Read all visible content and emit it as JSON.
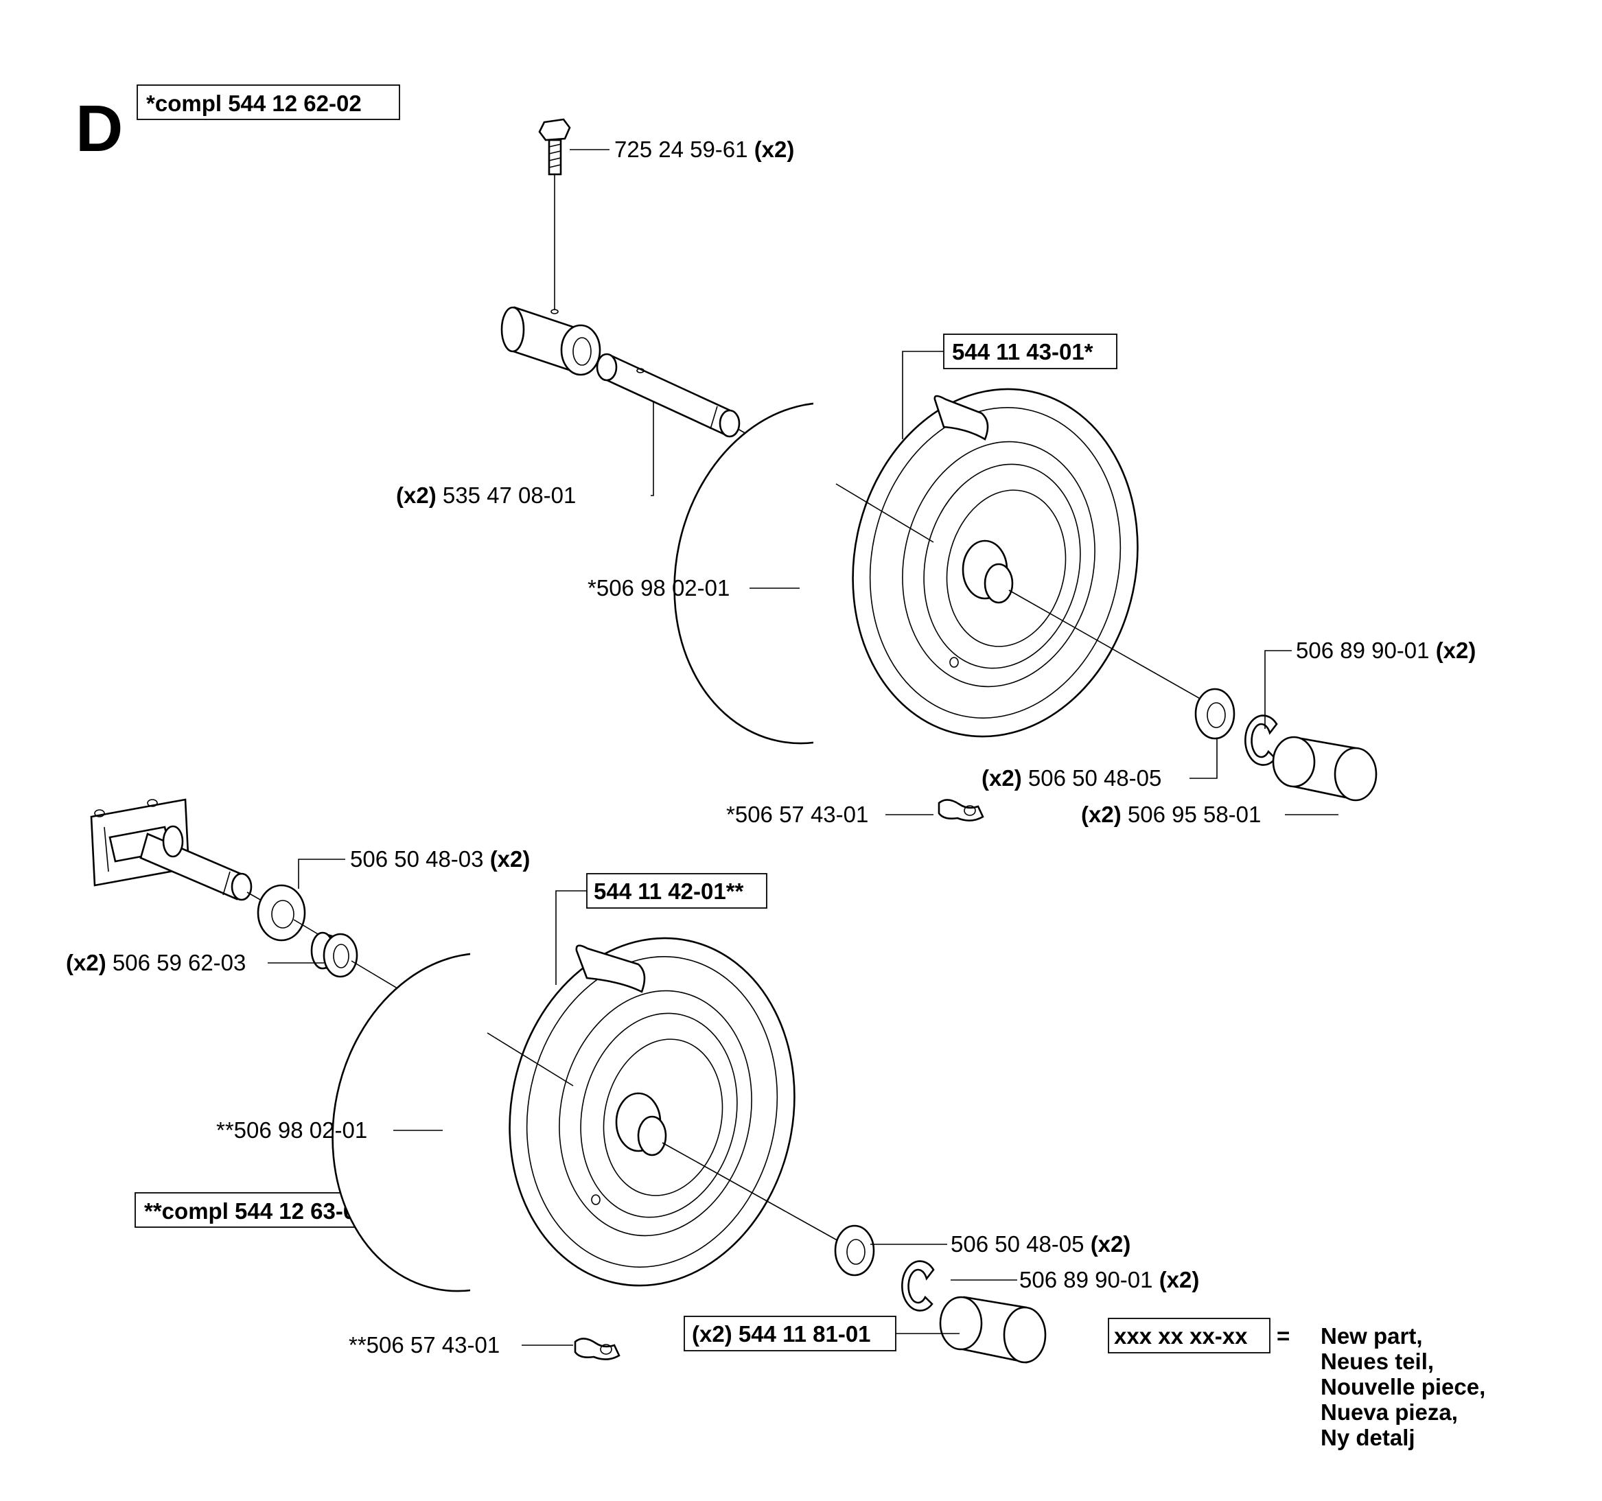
{
  "section_letter": "D",
  "assemblies": {
    "upper": "*compl 544 12 62-02",
    "lower": "**compl 544 12 63-02"
  },
  "upper_labels": {
    "bolt": {
      "number": "725 24 59-61",
      "qty": "(x2)"
    },
    "pin": {
      "qty": "(x2)",
      "number": "535 47 08-01"
    },
    "wheel_new": "544 11 43-01*",
    "tire": "*506 98 02-01",
    "clip_ring": {
      "number": "506 89 90-01",
      "qty": "(x2)"
    },
    "washer": {
      "qty": "(x2)",
      "number": "506 50 48-05"
    },
    "valve": "*506 57 43-01",
    "cap": {
      "qty": "(x2)",
      "number": "506 95 58-01"
    }
  },
  "lower_labels": {
    "washer_inner": {
      "number": "506 50 48-03",
      "qty": "(x2)"
    },
    "wheel_new": "544 11 42-01**",
    "bushing": {
      "qty": "(x2)",
      "number": "506 59 62-03"
    },
    "tire": "**506 98 02-01",
    "washer_outer": {
      "number": "506 50 48-05",
      "qty": "(x2)"
    },
    "clip_ring": {
      "number": "506 89 90-01",
      "qty": "(x2)"
    },
    "cap_new": "(x2) 544 11 81-01",
    "valve": "**506 57 43-01"
  },
  "legend": {
    "sample": "xxx xx xx-xx",
    "equals": "=",
    "lines": [
      "New part,",
      "Neues teil,",
      "Nouvelle piece,",
      "Nueva pieza,",
      "Ny detalj"
    ]
  }
}
